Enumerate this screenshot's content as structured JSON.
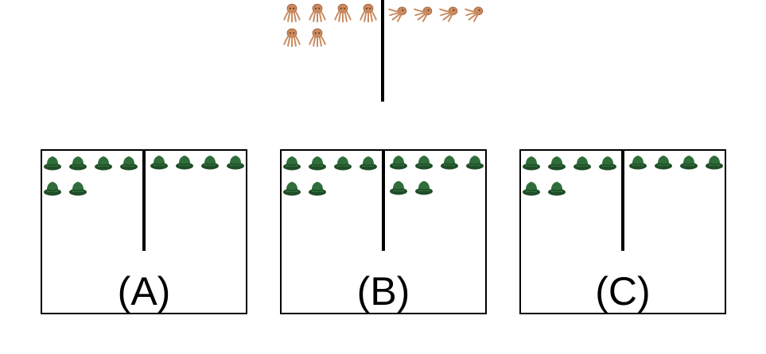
{
  "colors": {
    "octopus": "#c98a5f",
    "octopus_dark": "#a9653c",
    "hat": "#2f6e3a",
    "hat_dark": "#1f4d27",
    "line": "#000000"
  },
  "icons": {
    "top_icon": "octopus-icon",
    "option_icon": "hat-icon"
  },
  "reference": {
    "left_count": 6,
    "right_count": 4
  },
  "options": [
    {
      "label": "(A)",
      "left_count": 6,
      "right_count": 4
    },
    {
      "label": "(B)",
      "left_count": 6,
      "right_count": 6
    },
    {
      "label": "(C)",
      "left_count": 6,
      "right_count": 4
    }
  ]
}
